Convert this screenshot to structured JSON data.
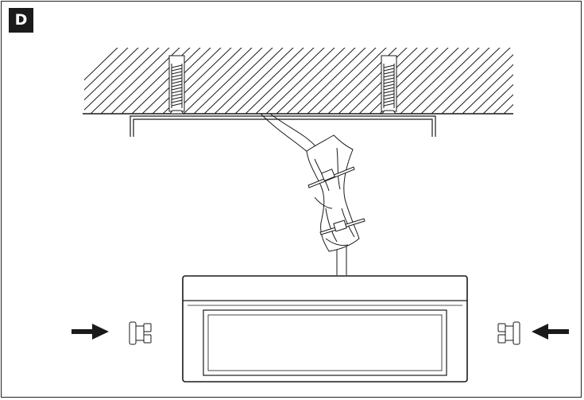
{
  "panel": {
    "label": "D"
  },
  "colors": {
    "line": "#1a1a1a",
    "badge_bg": "#1b1b1b",
    "badge_text": "#ffffff",
    "background": "#ffffff"
  },
  "parts": {
    "ceiling": "ceiling-hatch",
    "screws": [
      "left-screw",
      "right-screw"
    ],
    "mounting_bracket": "mounting-bracket",
    "cable_bundle": "wrapped-cable",
    "cable_ties": 2,
    "luminaire": "luminaire-body",
    "side_clips": [
      "left-clip",
      "right-clip"
    ],
    "arrows": [
      "arrow-right",
      "arrow-left"
    ]
  }
}
